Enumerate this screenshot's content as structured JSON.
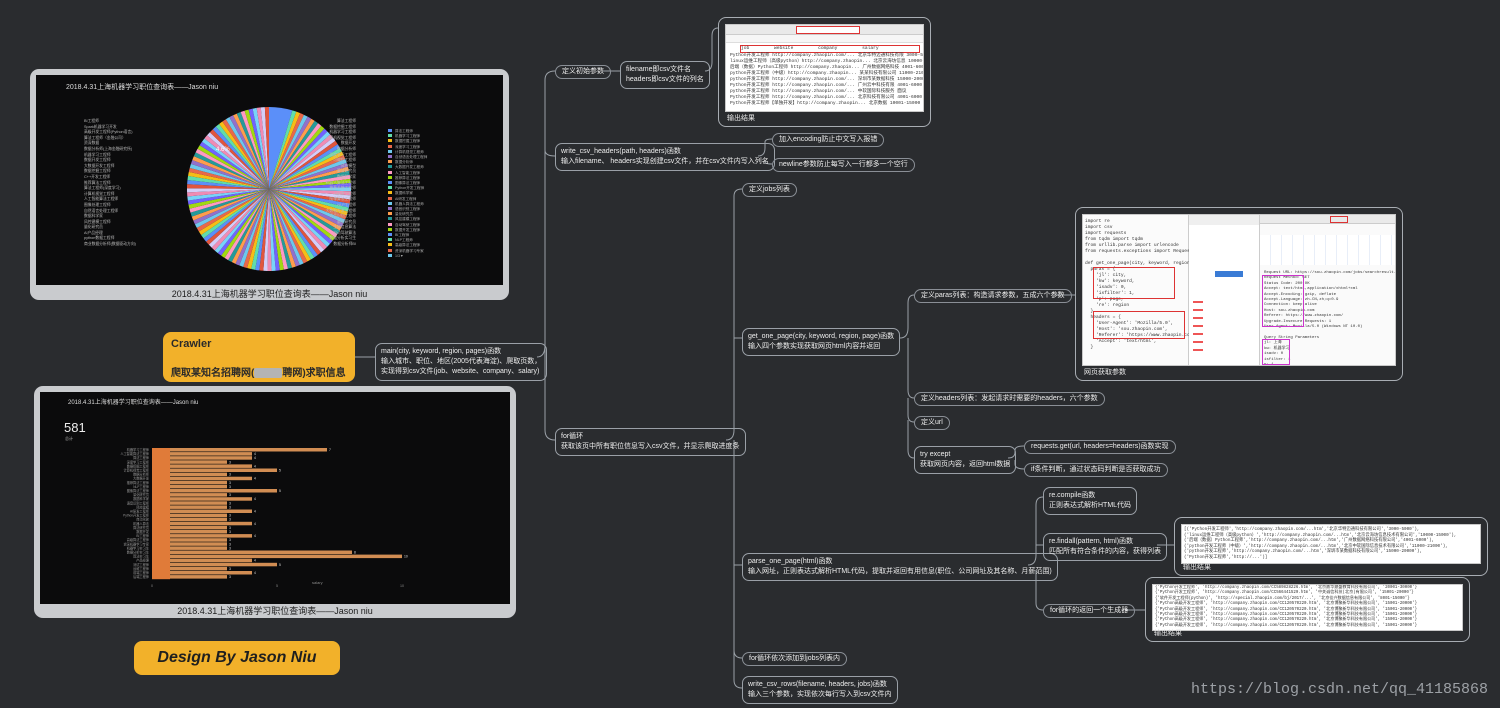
{
  "colors": {
    "accent": "#f2b12a",
    "background": "#2a2c2f",
    "line": "#9aa0a7"
  },
  "watermark": "https://blog.csdn.net/qq_41185868",
  "topic": {
    "title": "Crawler",
    "subtitle_a": "爬取某知名招聘网(",
    "subtitle_b": "聘网)求职信息"
  },
  "design": "Design By Jason Niu",
  "main_node": [
    "main(city, keyword, region, pages)函数",
    "输入城市、职位、地区(2005代表海淀)、爬取页数，",
    "实现得到csv文件(job、website、company、salary)"
  ],
  "n_define_init": "定义初始参数",
  "n_filename": [
    "filename即csv文件名",
    "headers即csv文件的列名"
  ],
  "n_output1": "输出结果",
  "n_write_headers": [
    "write_csv_headers(path, headers)函数",
    "输入filename、 headers实现创建csv文件，并在csv文件内写入列名"
  ],
  "n_encoding": "加入encoding防止中文写入报错",
  "n_newline": "newline参数防止每写入一行都多一个空行",
  "n_for": [
    "for循环",
    "获取该页中所有职位信息写入csv文件，并显示爬取进度条"
  ],
  "n_jobs": "定义jobs列表",
  "n_get_one_page": [
    "get_one_page(city, keyword, region, page)函数",
    "输入四个参数实现获取网页html内容并返回"
  ],
  "n_paras": "定义paras列表：构造请求参数，五成六个参数",
  "n_webparams": "网页获取参数",
  "n_headers": "定义headers列表：发起请求时需要的headers，六个参数",
  "n_url": "定义url",
  "n_try": [
    "try   except",
    "获取网页内容，返回html数据"
  ],
  "n_requests": "requests.get(url, headers=headers)函数实现",
  "n_if": "if条件判断，通过状态码判断是否获取成功",
  "n_parse": [
    "parse_one_page(html)函数",
    "输入网址，正则表达式解析HTML代码，提取并返回有用信息(职位、公司网址及其名称、月薪范围)"
  ],
  "n_recompile": [
    "re.compile函数",
    "正则表达式解析HTML代码"
  ],
  "n_findall": [
    "re.findall(pattern, html)函数",
    "匹配所有符合条件的内容，获得列表"
  ],
  "n_output2": "输出结果",
  "n_generator": "for循环的返回一个生成器",
  "n_output3": "输出结果",
  "n_for_append": "for循环依次添加到jobs列表内",
  "n_write_rows": [
    "write_csv_rows(filename, headers, jobs)函数",
    "输入三个参数，实现依次每行写入到csv文件内"
  ],
  "card_pie": {
    "caption": "2018.4.31上海机器学习职位查询表——Jason niu",
    "inner_title": "2018.4.31上海机器学习职位查询表——Jason niu",
    "pct": "4.6%",
    "left_labels": [
      "BI工程师",
      "Spark机器学习开发",
      "高级开发工程师(Python语言)",
      "算法工程师（金融公司）",
      "资深数据",
      "数据分析师(上海金融研究所)",
      "机器学习工程师",
      "数据开发工程师",
      "大数据开发工程师",
      "数据挖掘工程师",
      "C++开发工程师",
      "推荐算法工程师",
      "算法工程师(深度学习)",
      "计算机视觉工程师",
      "人工智能算法工程师",
      "图像处理工程师",
      "自然语言处理工程师",
      "数据科学家",
      "风控建模工程师",
      "量化研究员",
      "AI产品经理",
      "python数据工程师",
      "商业数据分析师(数据驱动方向)"
    ],
    "right_labels": [
      "算法工程师",
      "数据挖掘工程师",
      "机器学习工程师",
      "计算机视觉工程师",
      "数据开发",
      "数据分析师",
      "深度学习工程师",
      "可编程工程师",
      "风控模型",
      "算法研究员",
      "数据科学家",
      "机器人算法工程师",
      "推荐系统工程师",
      "AI研发工程师",
      "图像算法工程师",
      "NLP工程师",
      "大数据开发工程师",
      "语音识别工程师",
      "量化研究员",
      "生物信息算法",
      "自动驾驶算法",
      "数据分析实习生",
      "数据分析师BI"
    ],
    "legend": [
      "算法工程师",
      "机器学习工程师",
      "数据挖掘工程师",
      "深度学习工程师",
      "计算机视觉工程师",
      "自然语言处理工程师",
      "数据分析师",
      "大数据开发工程师",
      "人工智能工程师",
      "推荐算法工程师",
      "图像算法工程师",
      "Python开发工程师",
      "数据科学家",
      "AI研发工程师",
      "机器人算法工程师",
      "语音识别工程师",
      "量化研究员",
      "风控建模工程师",
      "自动驾驶工程师",
      "数据开发工程师",
      "BI工程师",
      "NLP工程师",
      "高级算法工程师",
      "资深机器学习专家",
      "1/3▼"
    ]
  },
  "card_bar": {
    "caption": "2018.4.31上海机器学习职位查询表——Jason niu",
    "inner_title": "2018.4.31上海机器学习职位查询表——Jason niu",
    "big": "581",
    "sub": "总计",
    "xlabel": "salary",
    "ticks": [
      "0",
      "5",
      "10"
    ],
    "rows": [
      [
        "机器学习工程师",
        7
      ],
      [
        "人工智能算法工程师",
        4
      ],
      [
        "算法工程师",
        4
      ],
      [
        "深度学习工程师",
        3
      ],
      [
        "数据挖掘工程师",
        4
      ],
      [
        "计算机视觉工程师",
        5
      ],
      [
        "数据分析师",
        3
      ],
      [
        "大数据开发",
        4
      ],
      [
        "推荐算法工程师",
        3
      ],
      [
        "NLP工程师",
        3
      ],
      [
        "图像算法工程师",
        5
      ],
      [
        "量化研究员",
        3
      ],
      [
        "数据科学家",
        4
      ],
      [
        "语音识别工程师",
        3
      ],
      [
        "风控建模",
        3
      ],
      [
        "AI研发工程师",
        4
      ],
      [
        "Python开发工程师",
        3
      ],
      [
        "自动驾驶",
        3
      ],
      [
        "机器人算法",
        4
      ],
      [
        "算法研究员",
        3
      ],
      [
        "数据开发",
        3
      ],
      [
        "BI工程师",
        4
      ],
      [
        "高级算法工程师",
        3
      ],
      [
        "资深机器学习专家",
        3
      ],
      [
        "机器学习实习生",
        3
      ],
      [
        "数据分析实习生",
        8
      ],
      [
        "算法实习生",
        10
      ],
      [
        "产品经理",
        4
      ],
      [
        "测试工程师",
        5
      ],
      [
        "运维工程师",
        3
      ],
      [
        "前端工程师",
        4
      ],
      [
        "后端工程师",
        3
      ]
    ]
  },
  "csv_shot": {
    "header": "job website company salary",
    "rows": [
      "Python开发工程师 http://company.zhaopin.com/... 北京华特迈通科技有限 3000-5000",
      "linux运维工程师（高级python）http://company.zhaopin... 北京云海坊信息 10000-15000",
      "后端（数据）Python工程师 http://company.zhaopin... 广州数据网络科技 4001-6000",
      "python开发工程师（中级）http://company.zhaopin... 某某科技有限公司 11000-21000",
      "python开发工程师 http://company.zhaopin.com/... 深圳市某数据科技 15000-20000",
      "Python开发工程师 http://company.zhaopin.com/... 广州云中科技有限 4001-6000",
      "python开发工程师 http://company.zhaopin.com/... 中软国际科技服务 面议",
      "Python开发工程师 http://company.zhaopin.com/... 北京科技有限公司 4001-6000",
      "Python开发工程师【单独开发】http://company.zhaopin... 北京数据 10001-15000"
    ]
  },
  "regex_shot": [
    "[('Python开发工程师','http://company.zhaopin.com/...htm','北京华特迈通科技有限公司','3000-5000'),",
    "('linux运维工程师（高级python）','http://company.zhaopin.com/...htm','北京云海坊信息技术有限公司','10000-15000'),",
    "('后端（数据）Python工程师','http://company.zhaopin.com/...htm','广州数据网络科技有限公司','4001-6000'),",
    "('python开发工程师（中级）','http://company.zhaopin.com/...htm','北京中软国际信息技术有限公司','11000-21000'),",
    "('python开发工程师','http://company.zhaopin.com/...htm','深圳市某数据科技有限公司','15000-20000'),",
    "('Python开发工程师','http://...')]"
  ],
  "gen_shot": [
    "{'Python开发工程师', 'http://company.zhaopin.com/CC589828226.htm', '北京鼎华鼎盛教育科技有限公司', '20001-30000'}",
    "{'Python开发工程师', 'http://company.zhaopin.com/CC566441529.htm', '中关诚信科技(北京)有限公司', '15001-20000'}",
    "{'软件开发工程师(python)', 'http://special.zhaopin.com/bj/2017/...', '北京佳兴数据信息有限公司', '8001-15000'}",
    "{'Python高级开发工程师', 'http://company.zhaopin.com/CC120570220.htm', '北京博聚新华科技有限公司', '15001-20000'}",
    "{'Python高级开发工程师', 'http://company.zhaopin.com/CC120570220.htm', '北京博聚新华科技有限公司', '15001-20000'}",
    "{'Python高级开发工程师', 'http://company.zhaopin.com/CC120570220.htm', '北京博聚新华科技有限公司', '15001-20000'}",
    "{'Python高级开发工程师', 'http://company.zhaopin.com/CC120570220.htm', '北京博聚新华科技有限公司', '15001-20000'}",
    "{'Python高级开发工程师', 'http://company.zhaopin.com/CC120570220.htm', '北京博聚新华科技有限公司', '15001-20000'}"
  ]
}
